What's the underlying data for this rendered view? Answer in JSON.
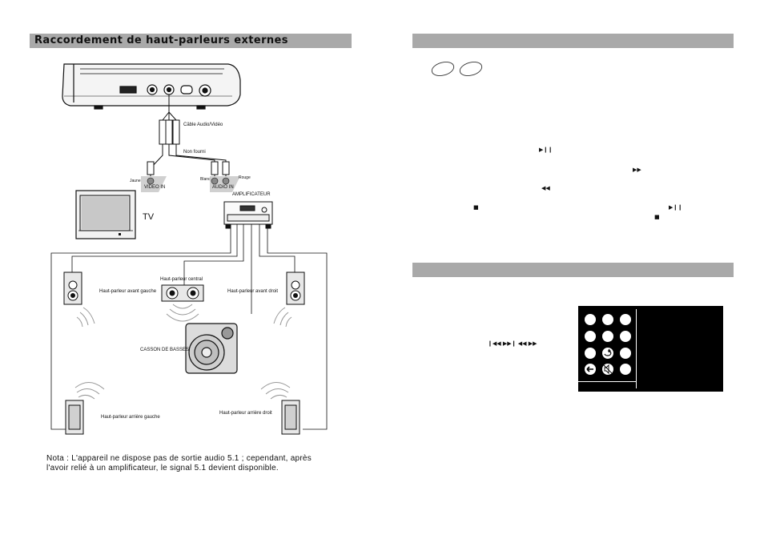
{
  "left_page": {
    "section_title": "Raccordement de haut-parleurs externes",
    "diagram": {
      "cable_label": "Câble Audio/Vidéo",
      "not_supplied_label": "Non fourni",
      "video_color_label": "Jaune",
      "video_port_label": "VIDEO IN",
      "audio_white_label": "Blanc",
      "audio_red_label": "Rouge",
      "audio_port_label": "AUDIO IN",
      "amplifier_label": "AMPLIFICATEUR",
      "tv_label": "TV",
      "front_left_label": "Haut-parleur avant gauche",
      "center_label": "Haut-parleur central",
      "front_right_label": "Haut-parleur avant droit",
      "subwoofer_label": "CASSON DE BASSES",
      "rear_left_label": "Haut-parleur arrière gauche",
      "rear_right_label": "Haut-parleur arrière droit"
    },
    "note": "Nota : L'appareil ne dispose pas de sortie audio 5.1 ; cependant, après l'avoir relié à un amplificateur, le signal 5.1 devient disponible."
  },
  "right_page": {
    "symbols": {
      "play_pause": "▶❙❙",
      "fast_forward": "▶▶",
      "rewind": "◀◀",
      "stop": "■",
      "nav_keys": "❙◀◀  ▶▶❙  ◀◀  ▶▶"
    }
  },
  "colors": {
    "section_bar": "#a9a9a9",
    "keypad_background": "#000000",
    "keypad_keys": "#ffffff"
  }
}
